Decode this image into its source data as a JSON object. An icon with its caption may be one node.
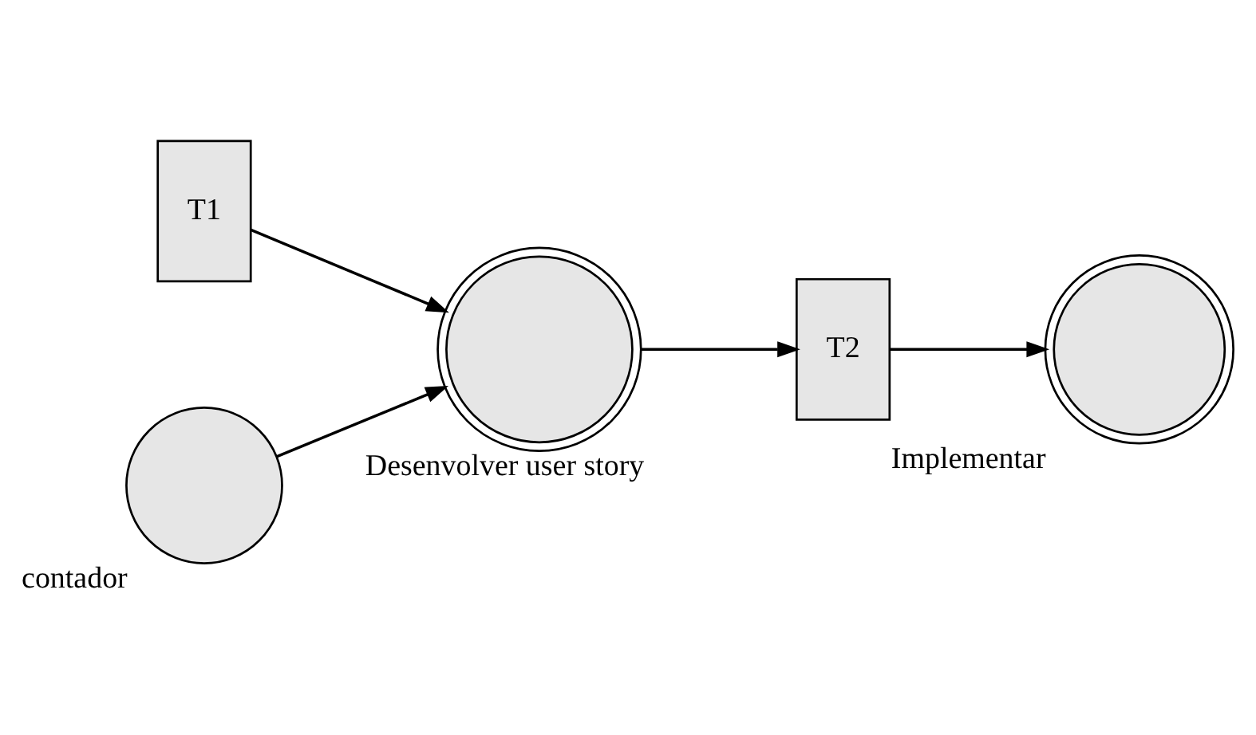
{
  "diagram": {
    "nodes": [
      {
        "text": [
          "T1"
        ]
      },
      {
        "text": [
          "Desenvolver user story"
        ]
      },
      {
        "text": [
          "T2"
        ]
      },
      {
        "text": [
          "Implementar"
        ]
      },
      {
        "text": [
          "contador"
        ]
      }
    ],
    "edges": [
      {
        "from": 0,
        "to": 1,
        "arrow": "to"
      },
      {
        "from": 4,
        "to": 1,
        "arrow": "to"
      },
      {
        "from": 1,
        "to": 2,
        "arrow": "to"
      },
      {
        "from": 2,
        "to": 3,
        "arrow": "to"
      }
    ]
  }
}
